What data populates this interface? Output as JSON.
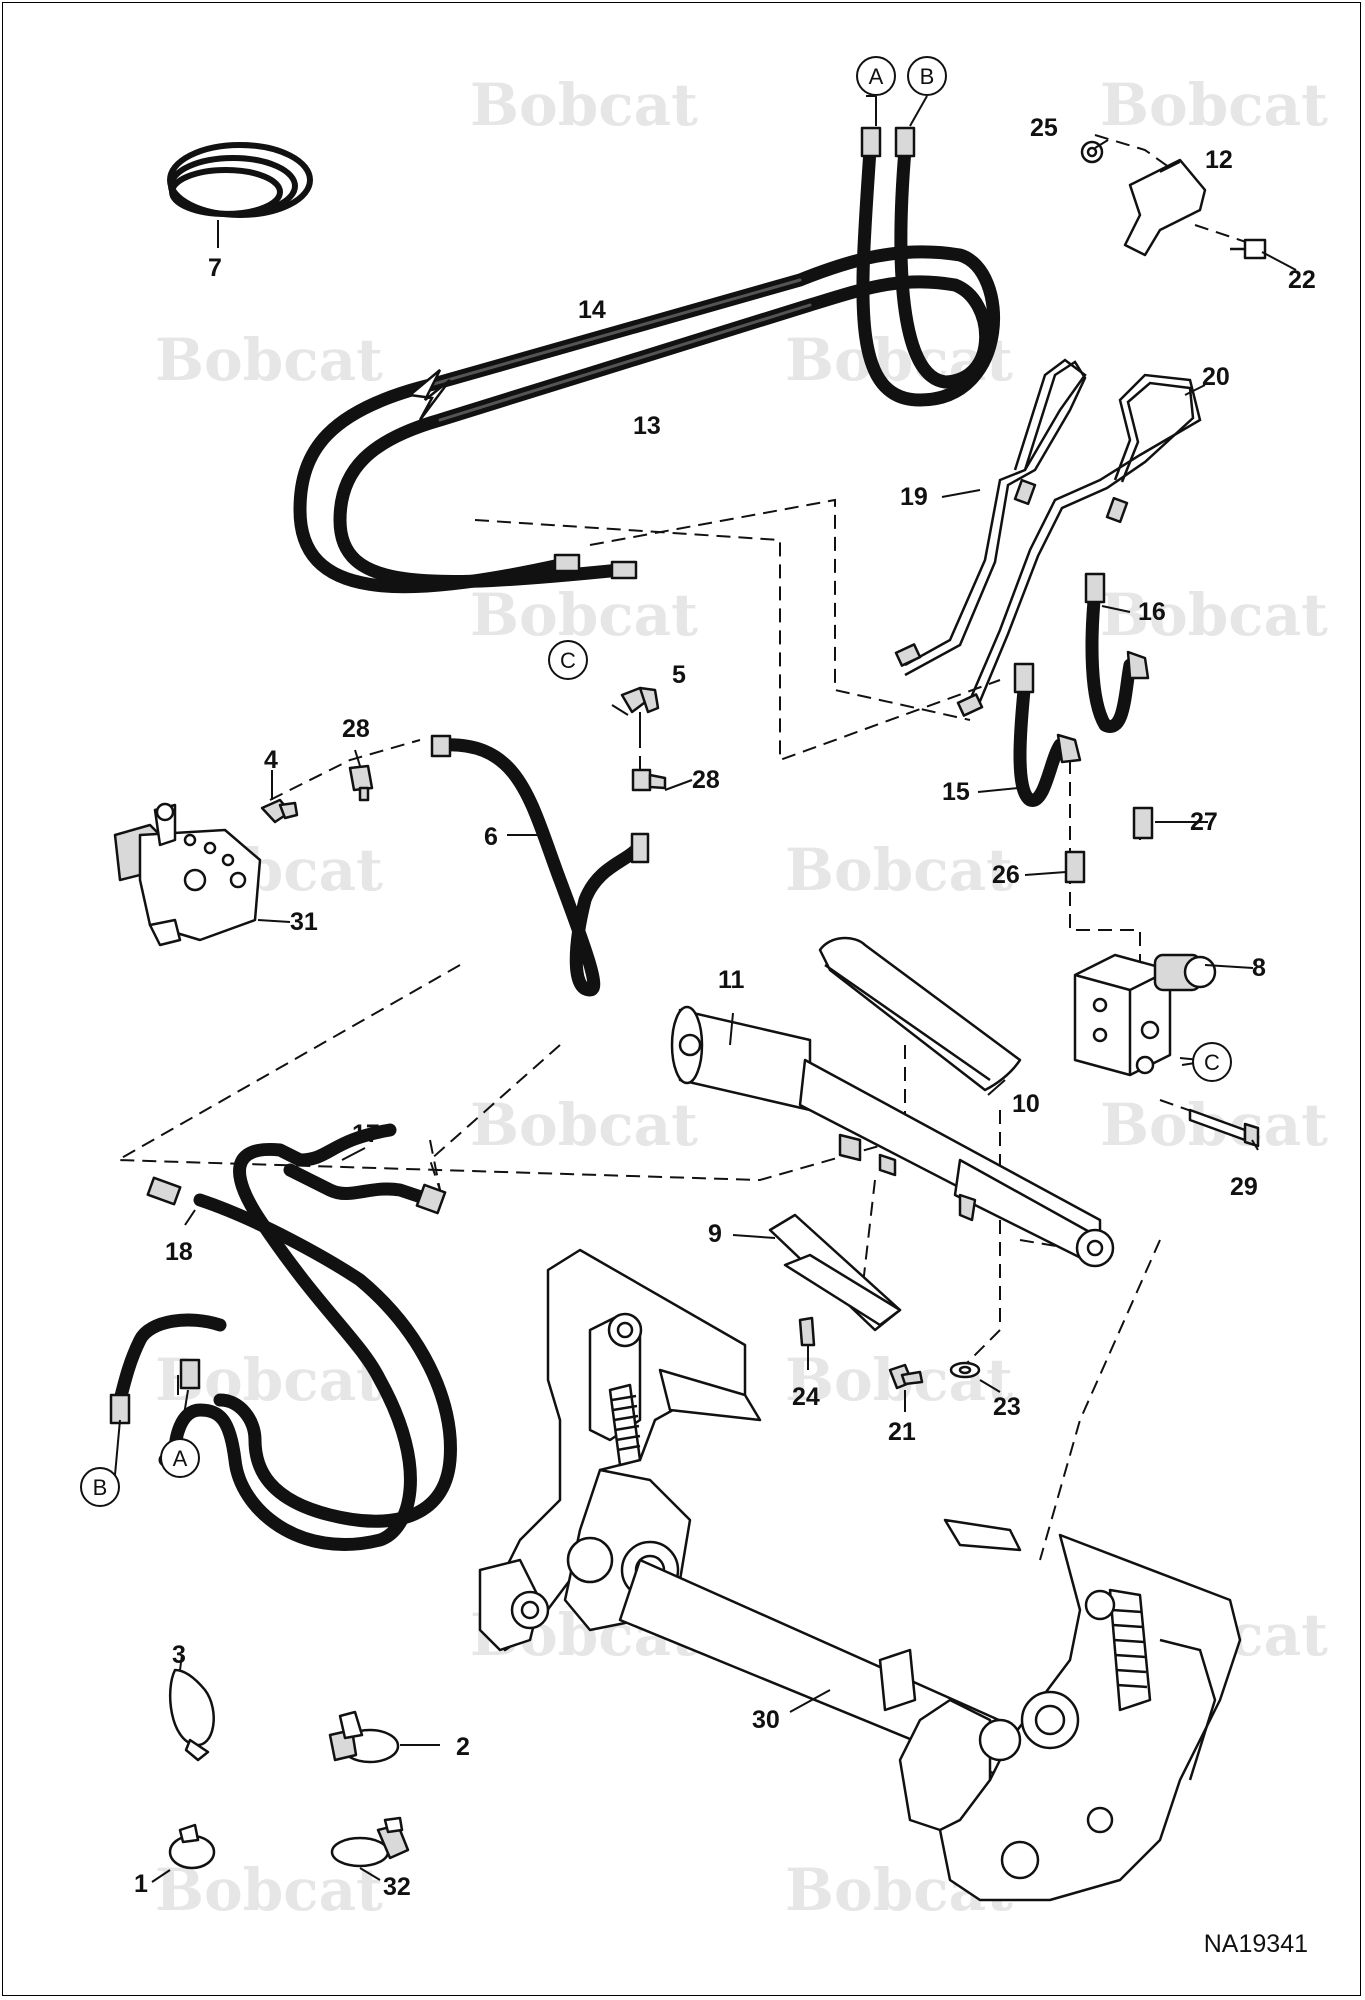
{
  "diagram": {
    "reference_code": "NA19341",
    "watermark_text": "Bobcat",
    "callouts": [
      "1",
      "2",
      "3",
      "4",
      "5",
      "6",
      "7",
      "8",
      "9",
      "10",
      "11",
      "12",
      "13",
      "14",
      "15",
      "16",
      "17",
      "18",
      "19",
      "20",
      "21",
      "22",
      "23",
      "24",
      "25",
      "26",
      "27",
      "28",
      "28",
      "29",
      "30",
      "31",
      "32"
    ],
    "connectors": [
      "A",
      "B",
      "C",
      "C",
      "A",
      "B"
    ]
  }
}
